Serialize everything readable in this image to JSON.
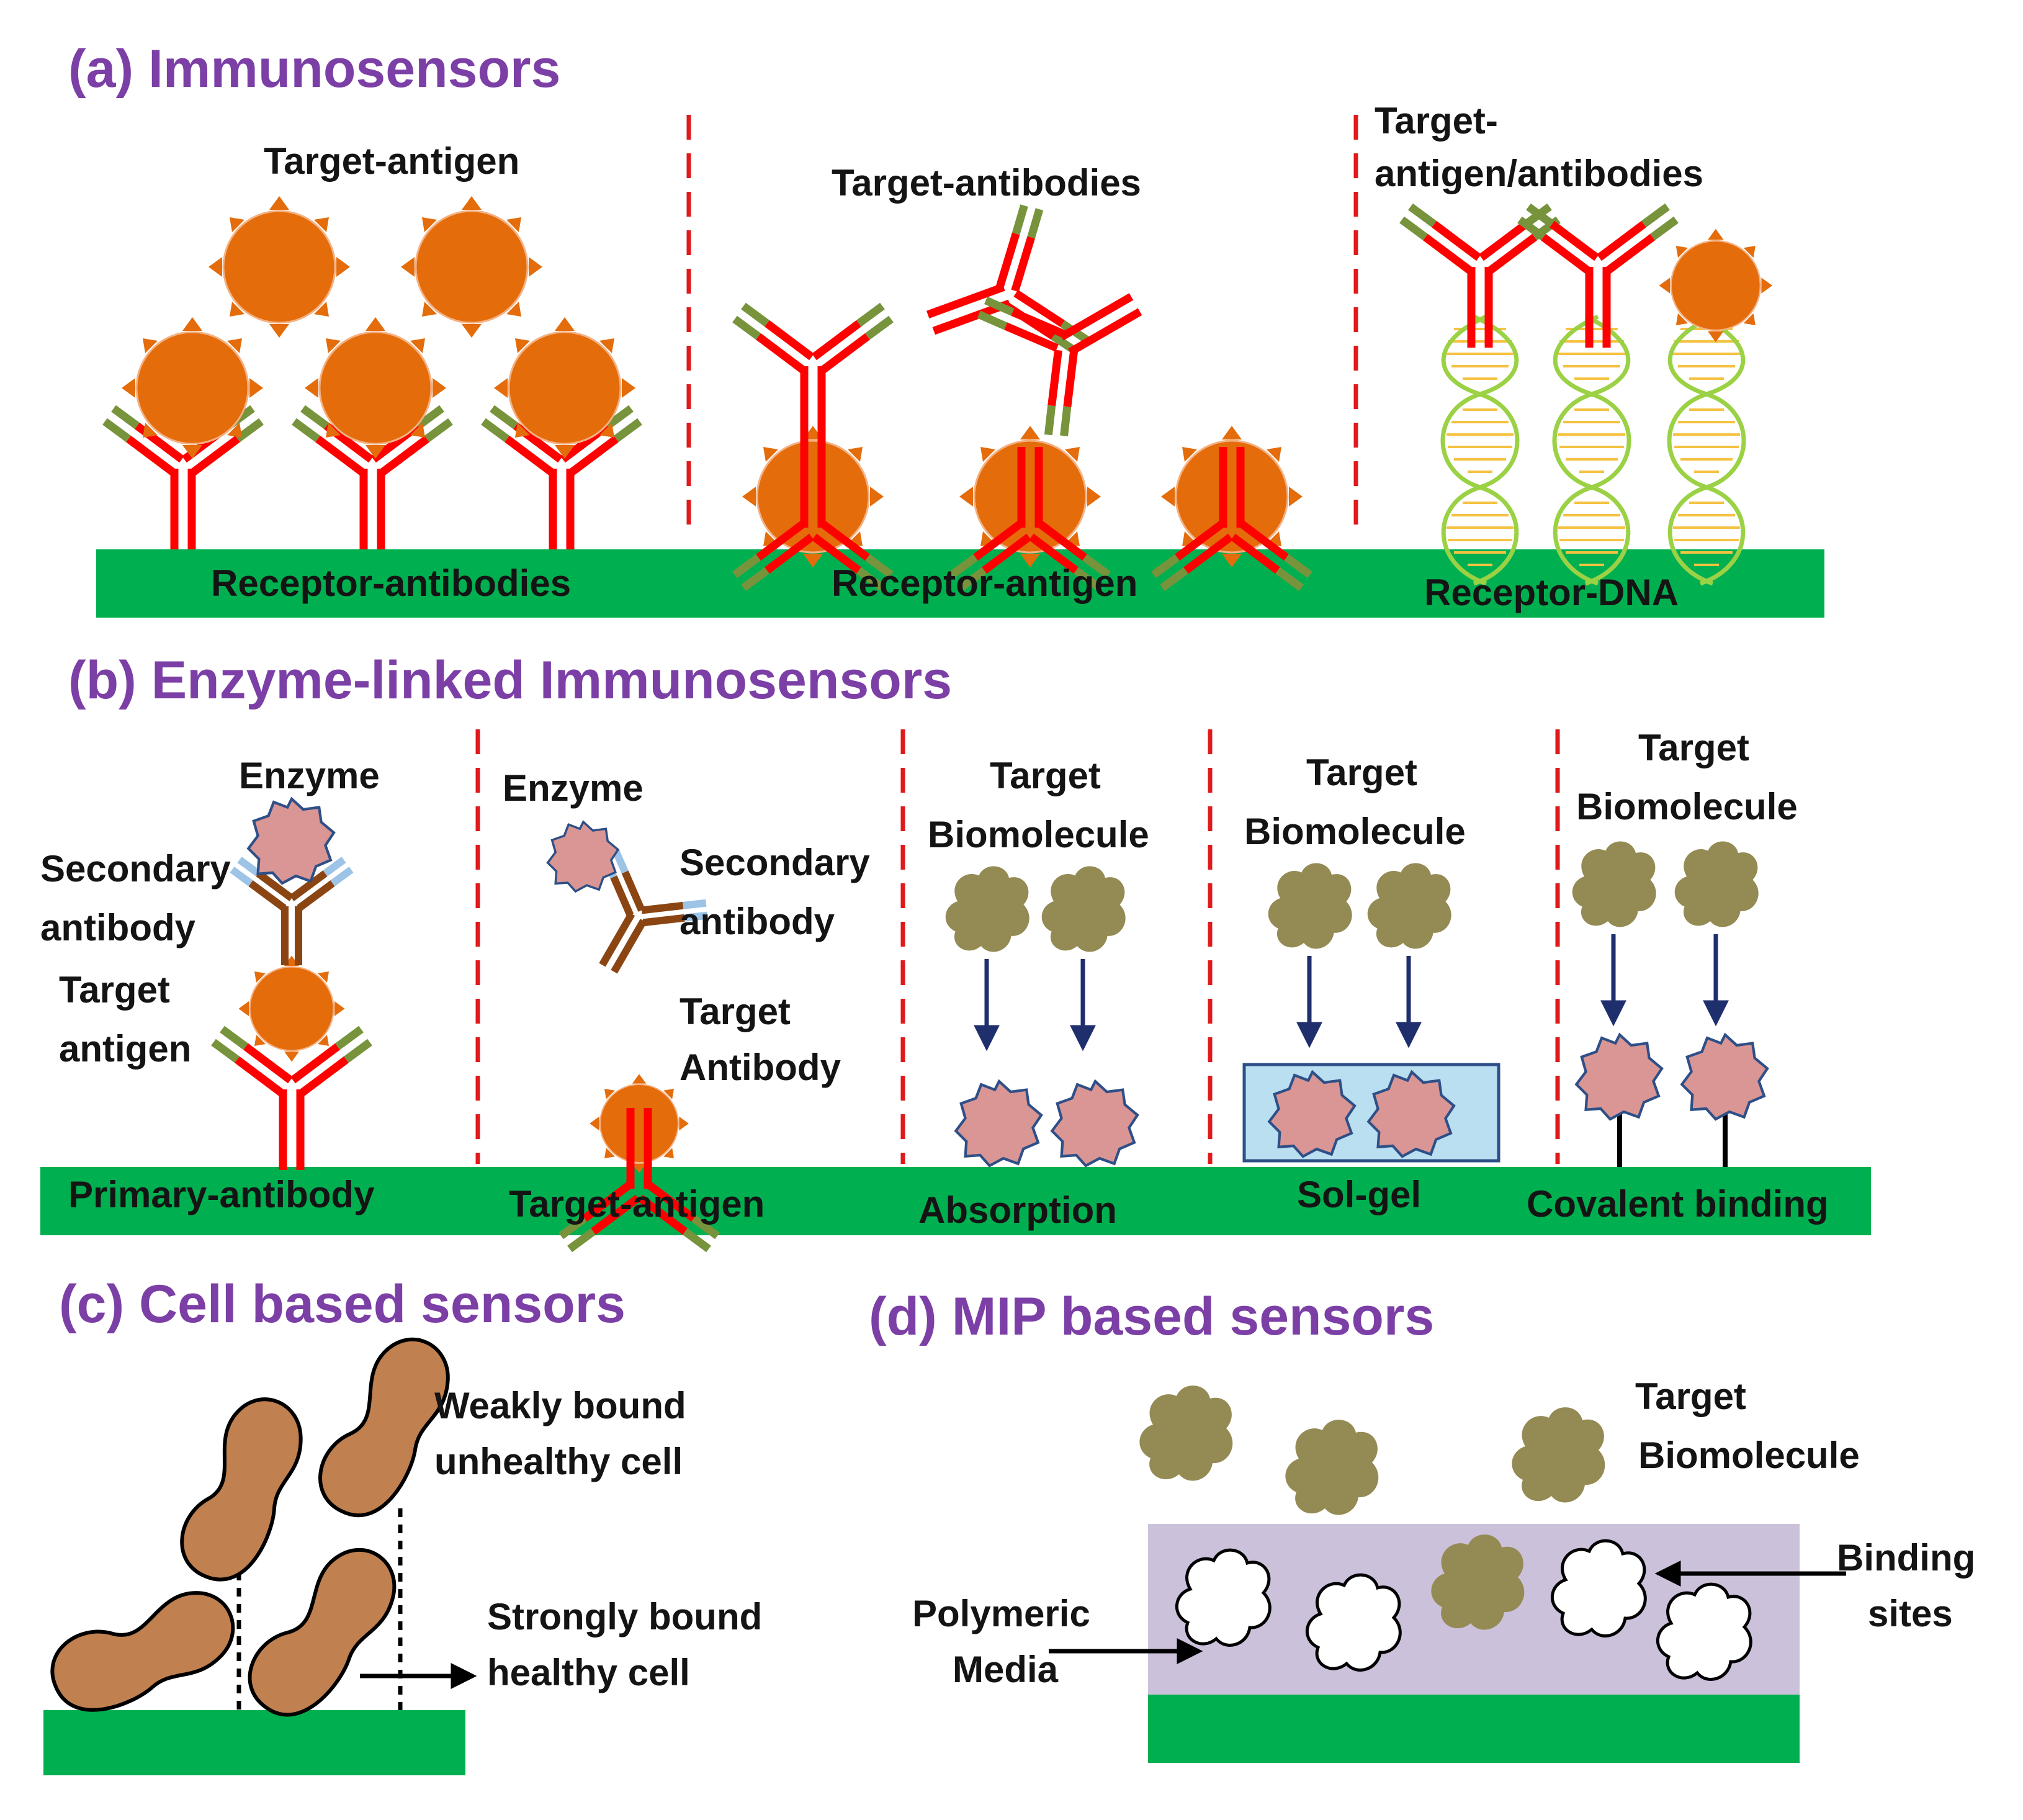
{
  "panel_a": {
    "title": "(a) Immunosensors",
    "targets": [
      "Target-antigen",
      "Target-antibodies",
      "Target-",
      "antigen/antibodies"
    ],
    "receptors": [
      "Receptor-antibodies",
      "Receptor-antigen",
      "Receptor-DNA"
    ]
  },
  "panel_b": {
    "title": "(b) Enzyme-linked Immunosensors",
    "col1": {
      "enzyme": "Enzyme",
      "secondary_1": "Secondary",
      "secondary_2": "antibody",
      "target_1": "Target",
      "target_2": "antigen",
      "base": "Primary-antibody"
    },
    "col2": {
      "enzyme": "Enzyme",
      "secondary_1": "Secondary",
      "secondary_2": "antibody",
      "target_1": "Target",
      "target_2": "Antibody",
      "base": "Target-antigen"
    },
    "col3": {
      "target_1": "Target",
      "target_2": "Biomolecule",
      "base": "Absorption"
    },
    "col4": {
      "target_1": "Target",
      "target_2": "Biomolecule",
      "base": "Sol-gel"
    },
    "col5": {
      "target_1": "Target",
      "target_2": "Biomolecule",
      "base": "Covalent binding"
    }
  },
  "panel_c": {
    "title": "(c) Cell based sensors",
    "weak_1": "Weakly bound",
    "weak_2": "unhealthy cell",
    "strong_1": "Strongly bound",
    "strong_2": "healthy cell"
  },
  "panel_d": {
    "title": "(d) MIP based sensors",
    "target_1": "Target",
    "target_2": "Biomolecule",
    "binding_1": "Binding",
    "binding_2": "sites",
    "polymer_1": "Polymeric",
    "polymer_2": "Media"
  },
  "colors": {
    "title": "#7b3fa6",
    "substrate": "#00b050",
    "antigen": "#e46c0a",
    "antibody_heavy": "#ff0000",
    "antibody_tip": "#77933c",
    "enzyme": "#d99694",
    "biomolecule": "#948a54",
    "polymer": "#ccc1da",
    "cell": "#c0804f",
    "dna": "#9bd144",
    "sol_gel": "#b9dff0"
  }
}
